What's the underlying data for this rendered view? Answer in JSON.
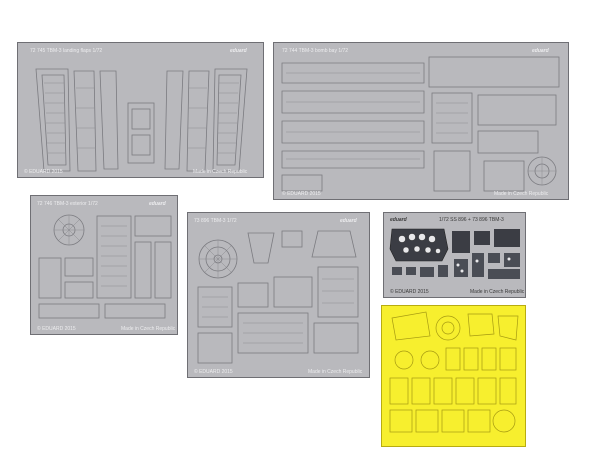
{
  "frets": {
    "flaps": {
      "title": "72 745 TBM-3 landing flaps 1/72",
      "brand": "eduard",
      "copyright": "© EDUARD 2015",
      "origin": "Made in Czech Republic"
    },
    "bombbay": {
      "title": "72 744 TBM-3 bomb bay 1/72",
      "brand": "eduard",
      "copyright": "© EDUARD 2015",
      "origin": "Made in Czech Republic"
    },
    "exterior": {
      "title": "72 746 TBM-3 exterior 1/72",
      "brand": "eduard",
      "copyright": "© EDUARD 2015",
      "origin": "Made in Czech Republic"
    },
    "interior": {
      "title": "73 896 TBM-3 1/72",
      "brand": "eduard",
      "copyright": "© EDUARD 2015",
      "origin": "Made in Czech Republic"
    },
    "color": {
      "brand": "eduard",
      "title": "1/72 SS 896 + 73 896 TBM-3",
      "copyright": "© EDUARD 2015",
      "origin": "Made in Czech Republic"
    }
  },
  "colors": {
    "fret_metal": "#b9b9bd",
    "fret_border": "#6f6f74",
    "mask_yellow": "#f7ef2e",
    "color_panel": "#3b3d44"
  }
}
